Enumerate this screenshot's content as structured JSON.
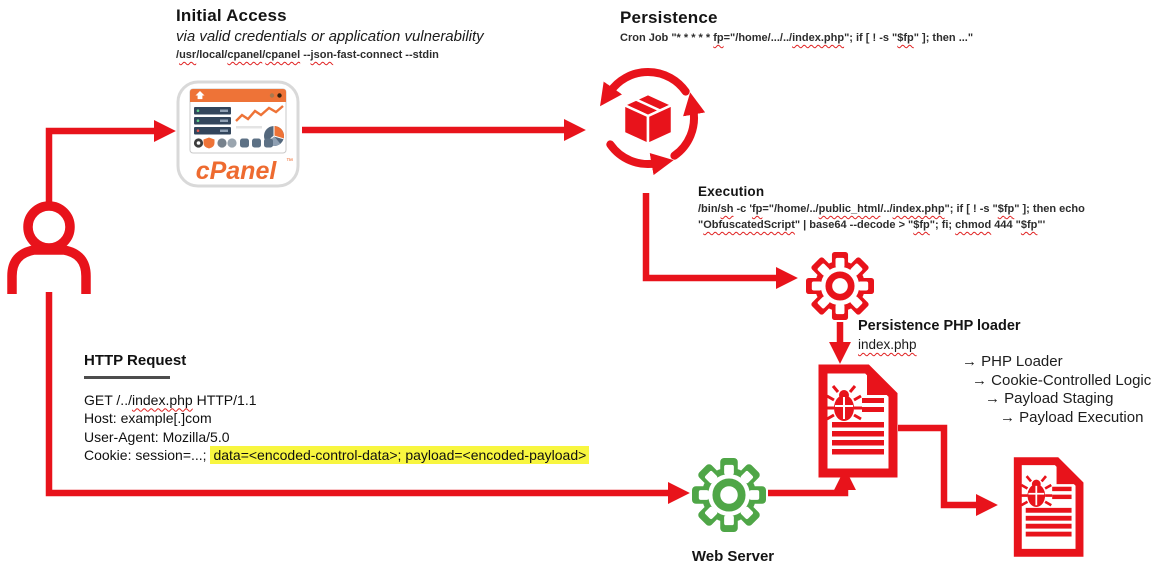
{
  "colors": {
    "accent_red": "#e8131b",
    "web_server_green": "#4fa647",
    "cpanel_orange": "#ee6b30",
    "highlight_yellow": "#f8f63f"
  },
  "initial_access": {
    "title": "Initial Access",
    "subtitle": "via valid credentials or application vulnerability",
    "command": [
      {
        "t": "/"
      },
      {
        "t": "usr",
        "sq": true
      },
      {
        "t": "/local/"
      },
      {
        "t": "cpanel",
        "sq": true
      },
      {
        "t": "/"
      },
      {
        "t": "cpanel",
        "sq": true
      },
      {
        "t": " --"
      },
      {
        "t": "json",
        "sq": true
      },
      {
        "t": "-fast-connect --stdin"
      }
    ]
  },
  "persistence": {
    "title": "Persistence",
    "command": [
      {
        "t": "Cron Job \"* * * * * "
      },
      {
        "t": "fp",
        "sq": true
      },
      {
        "t": "=\"/home/.../../"
      },
      {
        "t": "index.php",
        "sq": true
      },
      {
        "t": "\"; if [ ! -s \""
      },
      {
        "t": "$fp",
        "sq": true
      },
      {
        "t": "\" ]; then ...\""
      }
    ]
  },
  "execution": {
    "title": "Execution",
    "command_line1": [
      {
        "t": "/bin/"
      },
      {
        "t": "sh",
        "sq": true
      },
      {
        "t": " -c '"
      },
      {
        "t": "fp",
        "sq": true
      },
      {
        "t": "=\"/home/../"
      },
      {
        "t": "public_html",
        "sq": true
      },
      {
        "t": "/../"
      },
      {
        "t": "index.php",
        "sq": true
      },
      {
        "t": "\"; if [ ! -s \""
      },
      {
        "t": "$fp",
        "sq": true
      },
      {
        "t": "\" ]; then echo"
      }
    ],
    "command_line2": [
      {
        "t": "\""
      },
      {
        "t": "ObfuscatedScript",
        "sq": true
      },
      {
        "t": "\" | base64 --decode > \""
      },
      {
        "t": "$fp",
        "sq": true
      },
      {
        "t": "\"; fi; "
      },
      {
        "t": "chmod",
        "sq": true
      },
      {
        "t": " 444 \""
      },
      {
        "t": "$fp",
        "sq": true
      },
      {
        "t": "\"'"
      }
    ]
  },
  "php_loader": {
    "title": "Persistence PHP loader",
    "filename": "index.php",
    "steps": [
      "→ PHP Loader",
      "→ Cookie-Controlled Logic",
      "→ Payload Staging",
      "→ Payload Execution"
    ]
  },
  "http_request": {
    "title": "HTTP Request",
    "request_line": [
      {
        "t": "GET /../"
      },
      {
        "t": "index.php",
        "sq": true
      },
      {
        "t": " HTTP/1.1"
      }
    ],
    "host": "Host: example[.]com",
    "user_agent": "User-Agent: Mozilla/5.0",
    "cookie_prefix": "Cookie: session=...; ",
    "cookie_highlight": "data=<encoded-control-data>; payload=<encoded-payload>"
  },
  "web_server": {
    "label": "Web Server"
  },
  "cpanel": {
    "logo": "cPanel",
    "tm": "™"
  }
}
